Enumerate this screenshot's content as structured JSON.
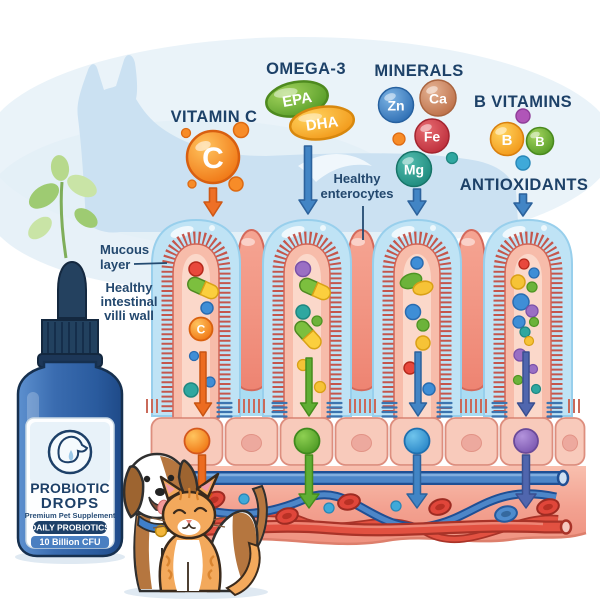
{
  "nutrient_groups": {
    "vitamin_c": {
      "label": "VITAMIN C",
      "symbol": "C"
    },
    "omega3": {
      "label": "OMEGA-3",
      "epa": "EPA",
      "dha": "DHA"
    },
    "minerals": {
      "label": "MINERALS",
      "zn": "Zn",
      "ca": "Ca",
      "fe": "Fe",
      "mg": "Mg"
    },
    "b_vitamins": {
      "label": "B VITAMINS",
      "b_left": "B",
      "b_right": "B"
    },
    "antioxidants": {
      "label": "ANTIOXIDANTS"
    }
  },
  "annotations": {
    "healthy_enterocytes": {
      "line1": "Healthy",
      "line2": "enterocytes"
    },
    "mucous_layer": {
      "line1": "Mucous",
      "line2": "layer"
    },
    "villi_wall": {
      "line1": "Healthy",
      "line2": "intestinal",
      "line3": "villi wall"
    }
  },
  "bottle": {
    "title_line1": "PROBIOTIC",
    "title_line2": "DROPS",
    "subtitle": "Premium Pet Supplement",
    "badge": "DAILY PROBIOTICS",
    "cfu": "10 Billion CFU"
  },
  "colors": {
    "heading_navy": "#1d4168",
    "vitamin_c_orange": "#f28a1e",
    "epa_green": "#7ab83a",
    "dha_yellow": "#f8b62d",
    "mineral_zn_blue": "#4080c0",
    "mineral_ca_tan": "#c98a64",
    "mineral_fe_red": "#cc4450",
    "mineral_mg_teal": "#2d9c8f",
    "b_vitamin_orange": "#f6a71f",
    "b_vitamin_green": "#6fae35",
    "arrow_blue": "#4285c5",
    "arrow_orange": "#ee7026",
    "arrow_green": "#5fae33",
    "arrow_indigo": "#5066ae",
    "mucous_blue": "#bfe3f5",
    "villi_salmon": "#f7bcaa",
    "vein_blue": "#2d62a8",
    "artery_red": "#c23a2e",
    "bottle_blue": "#33659f"
  }
}
